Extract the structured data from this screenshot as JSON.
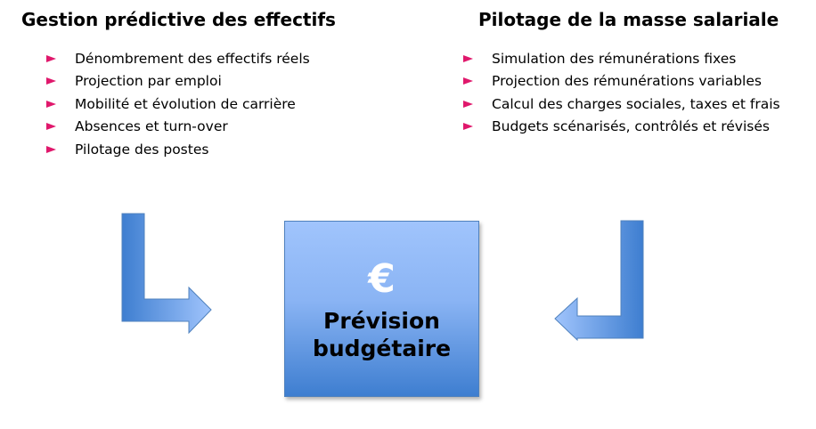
{
  "left": {
    "title": "Gestion prédictive des effectifs",
    "items": [
      "Dénombrement des effectifs réels",
      "Projection par emploi",
      "Mobilité et évolution de carrière",
      "Absences et turn-over",
      "Pilotage des postes"
    ]
  },
  "right": {
    "title": "Pilotage de la masse salariale",
    "items": [
      "Simulation des rémunérations fixes",
      "Projection des rémunérations variables",
      "Calcul des charges sociales, taxes et frais",
      "Budgets scénarisés, contrôlés et révisés"
    ]
  },
  "center": {
    "symbol": "€",
    "line1": "Prévision",
    "line2": "budgétaire"
  },
  "colors": {
    "bullet": "#e0186c",
    "box_top": "#a0c4fc",
    "box_bottom": "#3e7ed0"
  }
}
